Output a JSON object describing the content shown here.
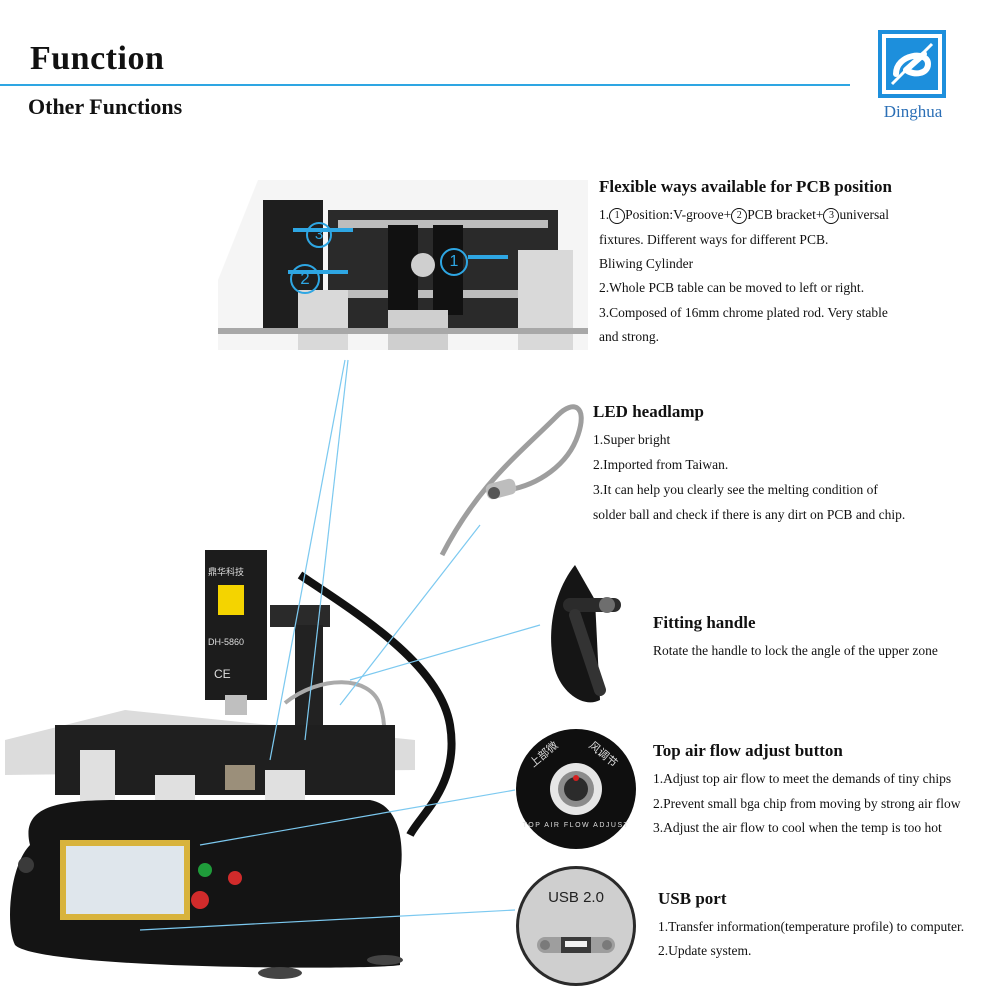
{
  "header": {
    "title": "Function",
    "subtitle": "Other Functions",
    "brand": "Dinghua",
    "accent_color": "#2ea6e3",
    "logo_color": "#1d8fdc"
  },
  "pcb": {
    "heading": "Flexible ways available for PCB position",
    "line1_prefix": "1.",
    "line1_n1": "1",
    "line1_a": "Position:V-groove+",
    "line1_n2": "2",
    "line1_b": "PCB bracket+",
    "line1_n3": "3",
    "line1_c": "universal",
    "line2": "fixtures. Different ways for different PCB.",
    "line3": "Bliwing Cylinder",
    "line4": "2.Whole PCB table can be moved to left or  right.",
    "line5": "3.Composed of 16mm chrome plated rod. Very stable",
    "line6": "and strong.",
    "callout1": "1",
    "callout2": "2",
    "callout3": "3"
  },
  "led": {
    "heading": "LED headlamp",
    "line1": "1.Super bright",
    "line2": "2.Imported from Taiwan.",
    "line3": "3.It can help you clearly see the melting condition of",
    "line4": "solder ball and check if there is any dirt on PCB and chip."
  },
  "handle": {
    "heading": "Fitting handle",
    "line1": "Rotate the handle to lock the angle of the upper zone"
  },
  "airflow": {
    "heading": "Top air flow adjust button",
    "line1": "1.Adjust top air flow to meet the demands of tiny chips",
    "line2": "2.Prevent small bga chip from moving by strong air flow",
    "line3": "3.Adjust the air flow to cool when the temp is too hot",
    "dial_text": "TOP AIR FLOW ADJUST",
    "dial_cn_left": "上部微",
    "dial_cn_right": "风调节"
  },
  "usb": {
    "heading": "USB port",
    "line1": "1.Transfer information(temperature profile) to computer.",
    "line2": "2.Update system.",
    "panel_label": "USB 2.0"
  },
  "machine": {
    "model_label": "DH-5860",
    "ce_mark": "CE",
    "cn_brand": "鼎华科技"
  }
}
